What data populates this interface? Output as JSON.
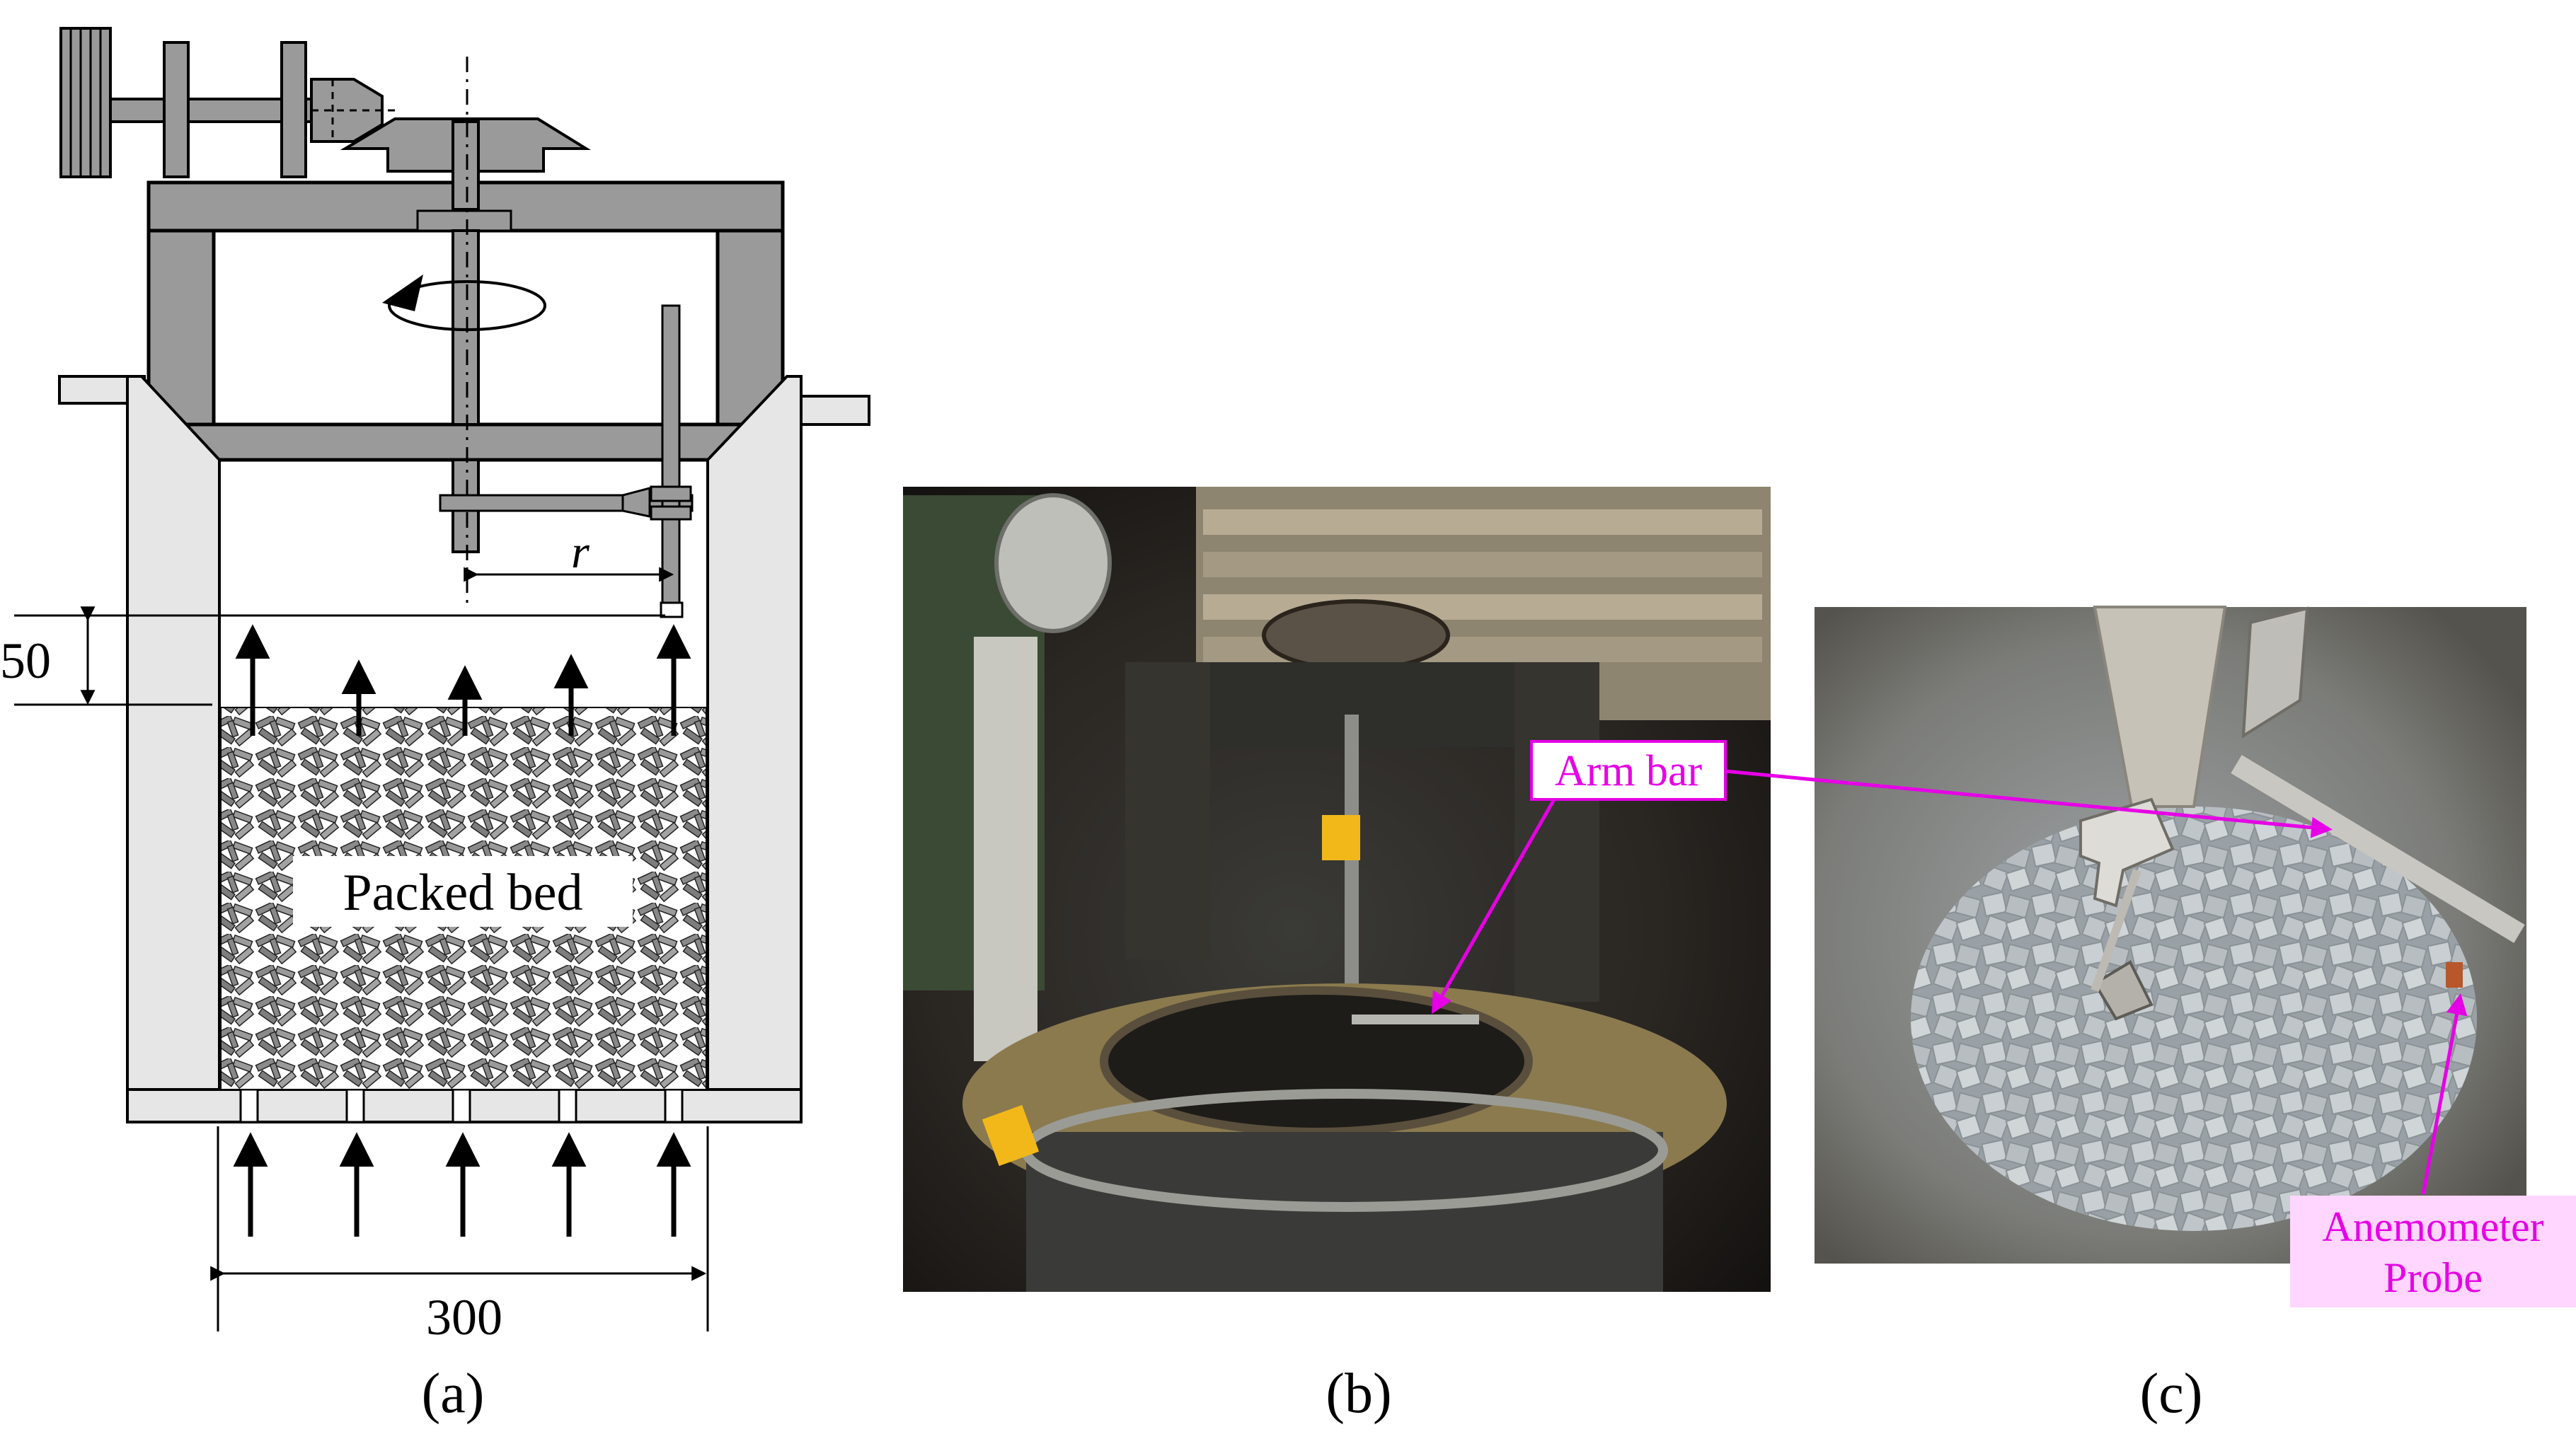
{
  "panels": {
    "a": {
      "caption": "(a)",
      "packed_bed_label": "Packed bed",
      "radius_label": "r",
      "height_label": "50",
      "width_label": "300"
    },
    "b": {
      "caption": "(b)",
      "arm_bar_label": "Arm bar"
    },
    "c": {
      "caption": "(c)",
      "probe_label_line1": "Anemometer",
      "probe_label_line2": "Probe"
    }
  },
  "colors": {
    "steel_gray": "#9a9a9a",
    "wall_fill": "#e6e6e6",
    "annotation_magenta": "#e600e6",
    "annotation_bg": "#ffd6ff"
  }
}
